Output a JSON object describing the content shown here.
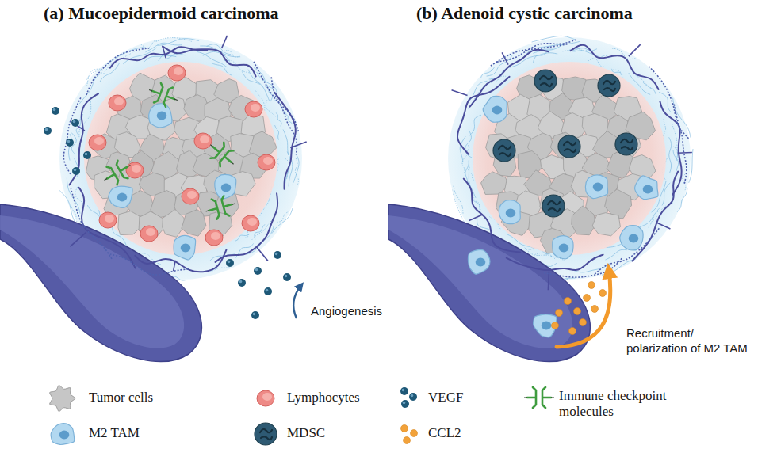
{
  "diagram": {
    "labels": [
      "(a) Mucoepidermoid carcinoma",
      "(b) Adenoid cystic carcinoma",
      "Angiogenesis",
      "Recruitment/ polarization of M2 TAM"
    ],
    "legend": [
      {
        "text": "Tumor cells"
      },
      {
        "text": "Lymphocytes"
      },
      {
        "text": "VEGF"
      },
      {
        "text": "Immune checkpoint molecules"
      },
      {
        "text": "M2 TAM"
      },
      {
        "text": "MDSC"
      },
      {
        "text": "CCL2"
      }
    ]
  }
}
